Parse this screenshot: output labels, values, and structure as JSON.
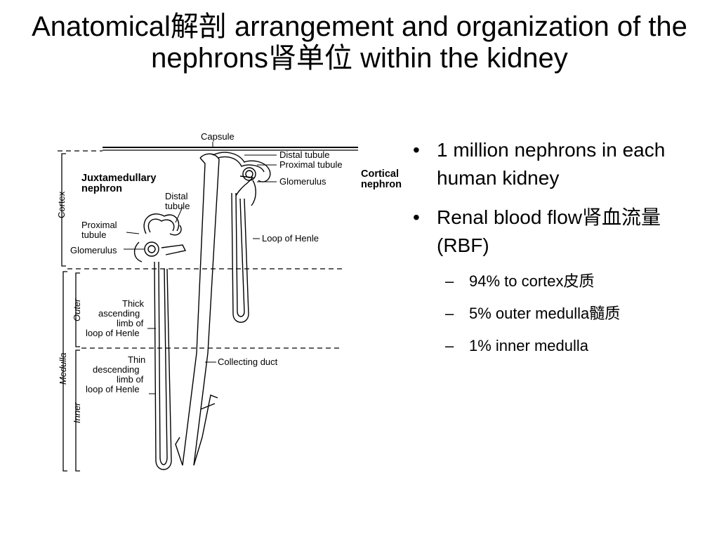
{
  "slide": {
    "title": "Anatomical解剖 arrangement and organization of the nephrons肾单位 within the kidney",
    "bullets": [
      {
        "text": "1 million nephrons in each human kidney"
      },
      {
        "text": "Renal blood flow肾血流量 (RBF)"
      }
    ],
    "sub_bullets": [
      {
        "text": "94% to cortex皮质"
      },
      {
        "text": "5% outer medulla髓质"
      },
      {
        "text": "1% inner medulla"
      }
    ]
  },
  "diagram": {
    "labels": {
      "capsule": "Capsule",
      "distal_tubule_cortical": "Distal tubule",
      "proximal_tubule_cortical": "Proximal tubule",
      "glomerulus_cortical": "Glomerulus",
      "cortical_nephron_1": "Cortical",
      "cortical_nephron_2": "nephron",
      "juxta_1": "Juxtamedullary",
      "juxta_2": "nephron",
      "distal_1": "Distal",
      "distal_2": "tubule",
      "proximal_1": "Proximal",
      "proximal_2": "tubule",
      "glomerulus_juxta": "Glomerulus",
      "loop_of_henle": "Loop of Henle",
      "cortex": "Cortex",
      "outer": "Outer",
      "medulla": "Medulla",
      "inner": "Inner",
      "thick_1": "Thick",
      "thick_2": "ascending",
      "thick_3": "limb of",
      "thick_4": "loop of Henle",
      "thin_1": "Thin",
      "thin_2": "descending",
      "thin_3": "limb of",
      "thin_4": "loop of Henle",
      "collecting_duct": "Collecting duct"
    }
  }
}
